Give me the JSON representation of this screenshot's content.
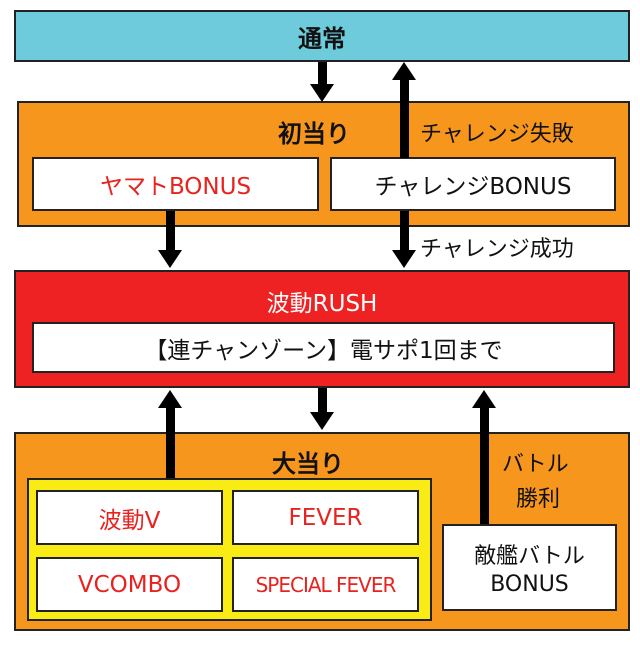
{
  "colors": {
    "normal": "#6ecbdc",
    "orange": "#f7961d",
    "rush": "#ee2222",
    "yellow": "#f8ec14",
    "red_text": "#e8231f"
  },
  "normal": {
    "label": "通常"
  },
  "first_hit": {
    "label": "初当り",
    "challenge_fail": "チャレンジ失敗",
    "challenge_success": "チャレンジ成功",
    "items": [
      "ヤマトBONUS",
      "チャレンジBONUS"
    ]
  },
  "rush": {
    "label": "波動RUSH",
    "detail": "【連チャンゾーン】電サポ1回まで"
  },
  "big_hit": {
    "label": "大当り",
    "battle_win_1": "バトル",
    "battle_win_2": "勝利",
    "items": [
      "波動V",
      "FEVER",
      "VCOMBO",
      "SPECIAL FEVER"
    ],
    "battle_bonus_1": "敵艦バトル",
    "battle_bonus_2": "BONUS"
  }
}
